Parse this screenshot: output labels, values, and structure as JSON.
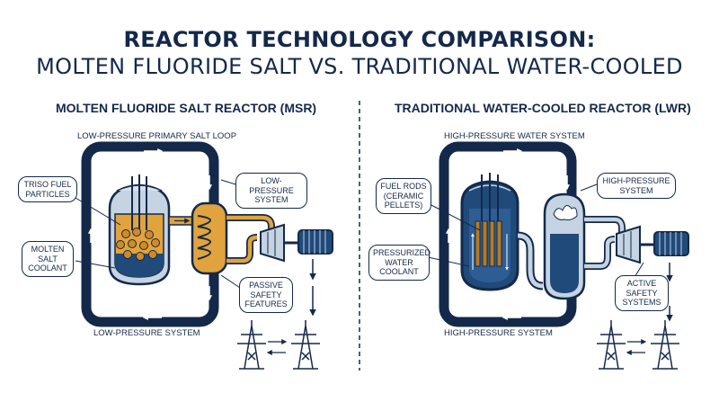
{
  "title": {
    "line1": "REACTOR TECHNOLOGY COMPARISON:",
    "line2": "MOLTEN FLUORIDE SALT VS. TRADITIONAL WATER-COOLED"
  },
  "msr": {
    "title": "MOLTEN FLUORIDE SALT REACTOR (MSR)",
    "top_label": "LOW-PRESSURE PRIMARY SALT LOOP",
    "bottom_label": "LOW-PRESSURE SYSTEM",
    "callouts": {
      "triso": "TRISO FUEL\nPARTICLES",
      "molten": "MOLTEN\nSALT\nCOOLANT",
      "low_pressure": "LOW-PRESSURE\nSYSTEM",
      "passive": "PASSIVE\nSAFETY\nFEATURES"
    }
  },
  "lwr": {
    "title": "TRADITIONAL WATER-COOLED REACTOR (LWR)",
    "top_label": "HIGH-PRESSURE WATER SYSTEM",
    "bottom_label": "HIGH-PRESSURE SYSTEM",
    "callouts": {
      "fuel_rods": "FUEL RODS\n(CERAMIC\nPELLETS)",
      "pressurized": "PRESSURIZED\nWATER\nCOOLANT",
      "high_pressure": "HIGH-PRESSURE\nSYSTEM",
      "active": "ACTIVE\nSAFETY\nSYSTEMS"
    }
  },
  "colors": {
    "navy": "#14294a",
    "salt": "#e0a33d",
    "salt_dark": "#b97a1f",
    "steel": "#c5d3e2",
    "water_blue": "#1f4a7a"
  }
}
